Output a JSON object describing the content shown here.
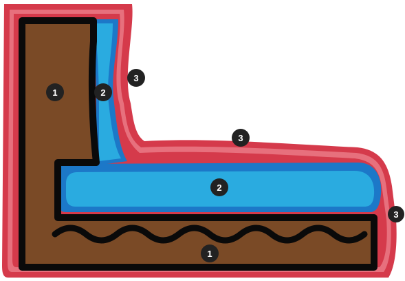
{
  "diagram": {
    "layers": [
      {
        "id": "base",
        "label": "1",
        "color": "#7a4a26"
      },
      {
        "id": "cushion",
        "label": "2",
        "color": "#2aabe0"
      },
      {
        "id": "cover",
        "label": "3",
        "color": "#d53a4b"
      }
    ],
    "outline_color": "#0a0a0a",
    "badges": [
      {
        "layer": "base",
        "text": "1"
      },
      {
        "layer": "base",
        "text": "1"
      },
      {
        "layer": "cushion",
        "text": "2"
      },
      {
        "layer": "cushion",
        "text": "2"
      },
      {
        "layer": "cover",
        "text": "3"
      },
      {
        "layer": "cover",
        "text": "3"
      },
      {
        "layer": "cover",
        "text": "3"
      }
    ]
  }
}
